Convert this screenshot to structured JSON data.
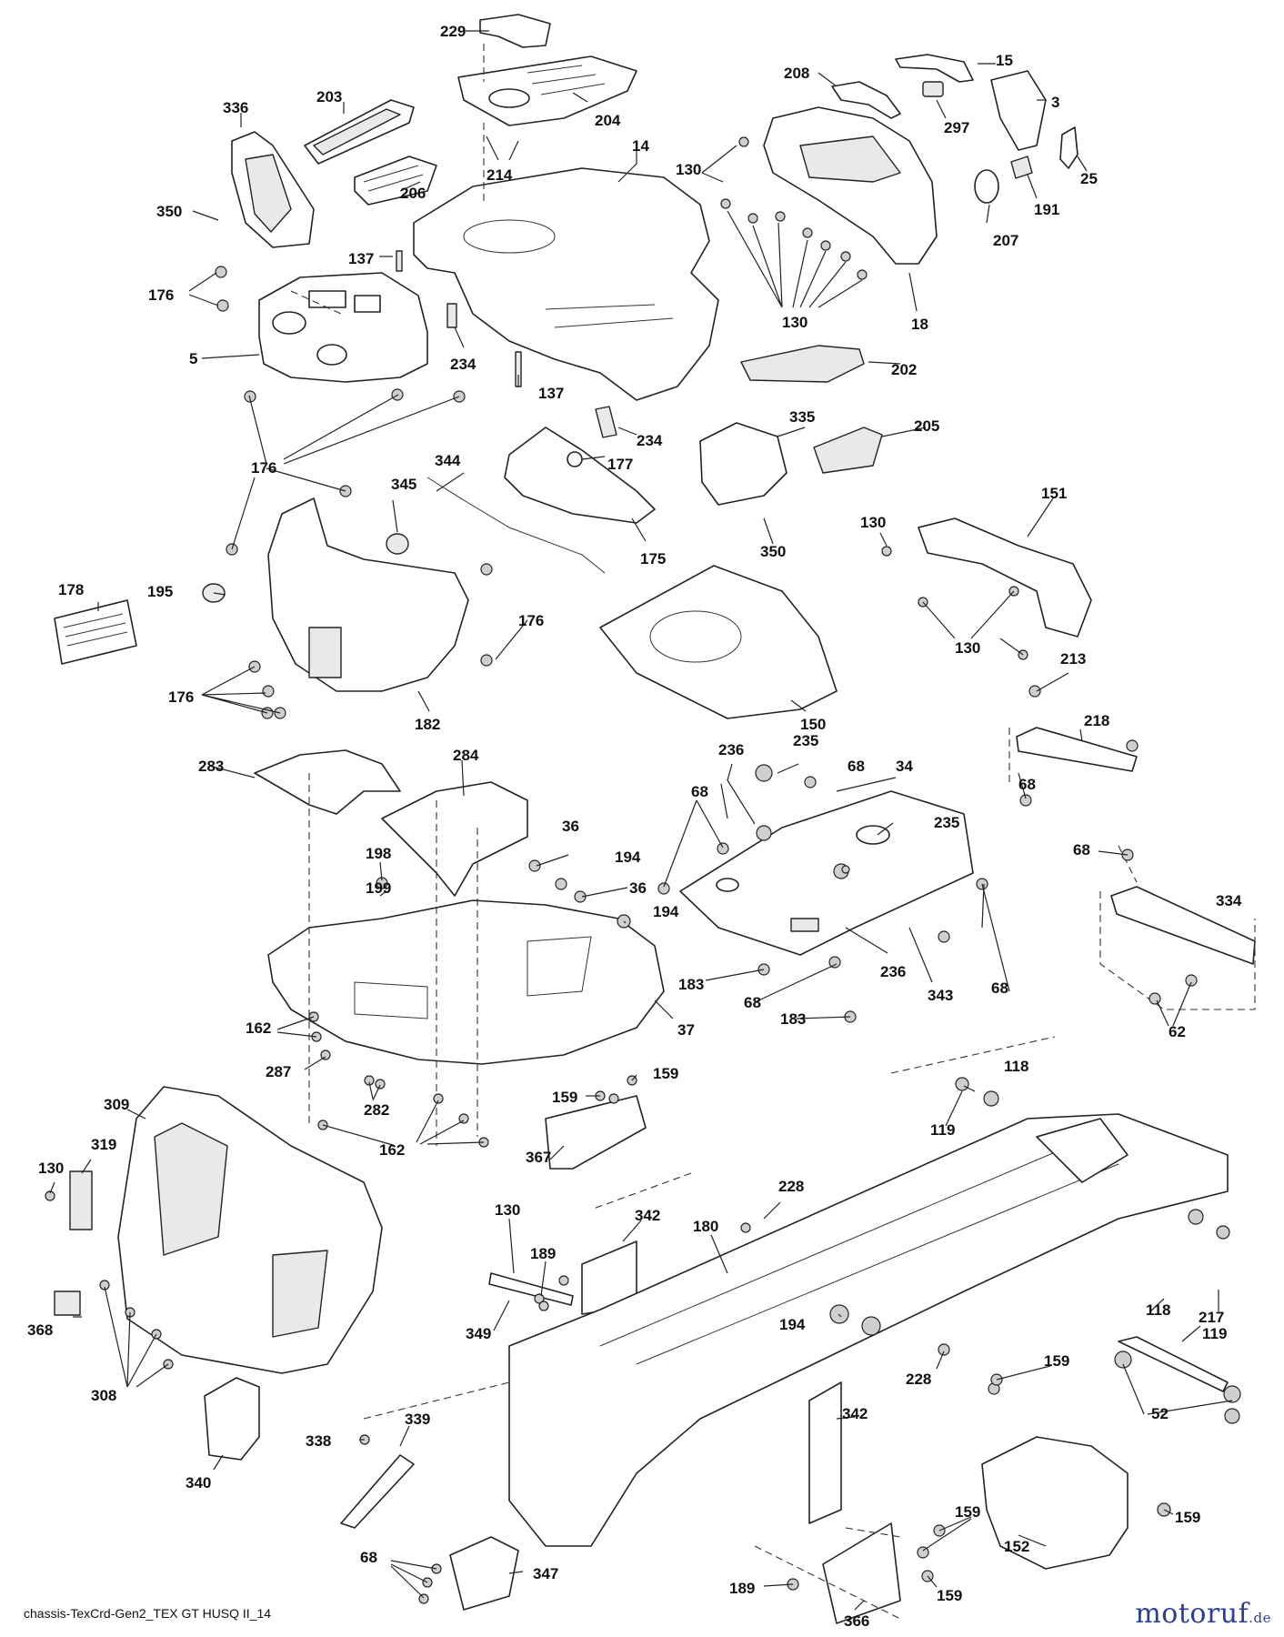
{
  "drawing_code": "chassis-TexCrd-Gen2_TEX GT HUSQ II_14",
  "watermark": {
    "name": "motoruf",
    "tld": ".de",
    "color": "#2c3e8c"
  },
  "callouts": [
    {
      "id": "c229a",
      "text": "229"
    },
    {
      "id": "c204",
      "text": "204"
    },
    {
      "id": "c336",
      "text": "336"
    },
    {
      "id": "c203",
      "text": "203"
    },
    {
      "id": "c214",
      "text": "214"
    },
    {
      "id": "c14",
      "text": "14"
    },
    {
      "id": "c206",
      "text": "206"
    },
    {
      "id": "c350a",
      "text": "350"
    },
    {
      "id": "c137a",
      "text": "137"
    },
    {
      "id": "c176a",
      "text": "176"
    },
    {
      "id": "c5",
      "text": "5"
    },
    {
      "id": "c234a",
      "text": "234"
    },
    {
      "id": "c137b",
      "text": "137"
    },
    {
      "id": "c234b",
      "text": "234"
    },
    {
      "id": "c208",
      "text": "208"
    },
    {
      "id": "c15",
      "text": "15"
    },
    {
      "id": "c3",
      "text": "3"
    },
    {
      "id": "c297",
      "text": "297"
    },
    {
      "id": "c25",
      "text": "25"
    },
    {
      "id": "c130a",
      "text": "130"
    },
    {
      "id": "c191",
      "text": "191"
    },
    {
      "id": "c207",
      "text": "207"
    },
    {
      "id": "c130b",
      "text": "130"
    },
    {
      "id": "c18",
      "text": "18"
    },
    {
      "id": "c202",
      "text": "202"
    },
    {
      "id": "c176b",
      "text": "176"
    },
    {
      "id": "c344",
      "text": "344"
    },
    {
      "id": "c345",
      "text": "345"
    },
    {
      "id": "c177",
      "text": "177"
    },
    {
      "id": "c335",
      "text": "335"
    },
    {
      "id": "c205",
      "text": "205"
    },
    {
      "id": "c175",
      "text": "175"
    },
    {
      "id": "c350b",
      "text": "350"
    },
    {
      "id": "c151",
      "text": "151"
    },
    {
      "id": "c130c",
      "text": "130"
    },
    {
      "id": "c178",
      "text": "178"
    },
    {
      "id": "c195",
      "text": "195"
    },
    {
      "id": "c176c",
      "text": "176"
    },
    {
      "id": "c176d",
      "text": "176"
    },
    {
      "id": "c182",
      "text": "182"
    },
    {
      "id": "c150",
      "text": "150"
    },
    {
      "id": "c130d",
      "text": "130"
    },
    {
      "id": "c213",
      "text": "213"
    },
    {
      "id": "c218",
      "text": "218"
    },
    {
      "id": "c68a",
      "text": "68"
    },
    {
      "id": "c68b",
      "text": "68"
    },
    {
      "id": "c283",
      "text": "283"
    },
    {
      "id": "c284",
      "text": "284"
    },
    {
      "id": "c236a",
      "text": "236"
    },
    {
      "id": "c235a",
      "text": "235"
    },
    {
      "id": "c68c",
      "text": "68"
    },
    {
      "id": "c34",
      "text": "34"
    },
    {
      "id": "c68d",
      "text": "68"
    },
    {
      "id": "c235b",
      "text": "235"
    },
    {
      "id": "c198",
      "text": "198"
    },
    {
      "id": "c36a",
      "text": "36"
    },
    {
      "id": "c194a",
      "text": "194"
    },
    {
      "id": "c36b",
      "text": "36"
    },
    {
      "id": "c199",
      "text": "199"
    },
    {
      "id": "c194b",
      "text": "194"
    },
    {
      "id": "c68e",
      "text": "68"
    },
    {
      "id": "c334",
      "text": "334"
    },
    {
      "id": "c183a",
      "text": "183"
    },
    {
      "id": "c236b",
      "text": "236"
    },
    {
      "id": "c343",
      "text": "343"
    },
    {
      "id": "c68f",
      "text": "68"
    },
    {
      "id": "c183b",
      "text": "183"
    },
    {
      "id": "c62",
      "text": "62"
    },
    {
      "id": "c37",
      "text": "37"
    },
    {
      "id": "c162a",
      "text": "162"
    },
    {
      "id": "c287",
      "text": "287"
    },
    {
      "id": "c282",
      "text": "282"
    },
    {
      "id": "c162b",
      "text": "162"
    },
    {
      "id": "c159a",
      "text": "159"
    },
    {
      "id": "c159b",
      "text": "159"
    },
    {
      "id": "c118a",
      "text": "118"
    },
    {
      "id": "c119a",
      "text": "119"
    },
    {
      "id": "c309",
      "text": "309"
    },
    {
      "id": "c130e",
      "text": "130"
    },
    {
      "id": "c319",
      "text": "319"
    },
    {
      "id": "c367",
      "text": "367"
    },
    {
      "id": "c228a",
      "text": "228"
    },
    {
      "id": "c130f",
      "text": "130"
    },
    {
      "id": "c342a",
      "text": "342"
    },
    {
      "id": "c180",
      "text": "180"
    },
    {
      "id": "c189a",
      "text": "189"
    },
    {
      "id": "c118b",
      "text": "118"
    },
    {
      "id": "c119b",
      "text": "119"
    },
    {
      "id": "c349",
      "text": "349"
    },
    {
      "id": "c194c",
      "text": "194"
    },
    {
      "id": "c217",
      "text": "217"
    },
    {
      "id": "c368",
      "text": "368"
    },
    {
      "id": "c308",
      "text": "308"
    },
    {
      "id": "c228b",
      "text": "228"
    },
    {
      "id": "c159c",
      "text": "159"
    },
    {
      "id": "c52",
      "text": "52"
    },
    {
      "id": "c339",
      "text": "339"
    },
    {
      "id": "c342b",
      "text": "342"
    },
    {
      "id": "c338",
      "text": "338"
    },
    {
      "id": "c340",
      "text": "340"
    },
    {
      "id": "c159d",
      "text": "159"
    },
    {
      "id": "c152",
      "text": "152"
    },
    {
      "id": "c159e",
      "text": "159"
    },
    {
      "id": "c68g",
      "text": "68"
    },
    {
      "id": "c347",
      "text": "347"
    },
    {
      "id": "c189b",
      "text": "189"
    },
    {
      "id": "c159f",
      "text": "159"
    },
    {
      "id": "c366",
      "text": "366"
    }
  ]
}
